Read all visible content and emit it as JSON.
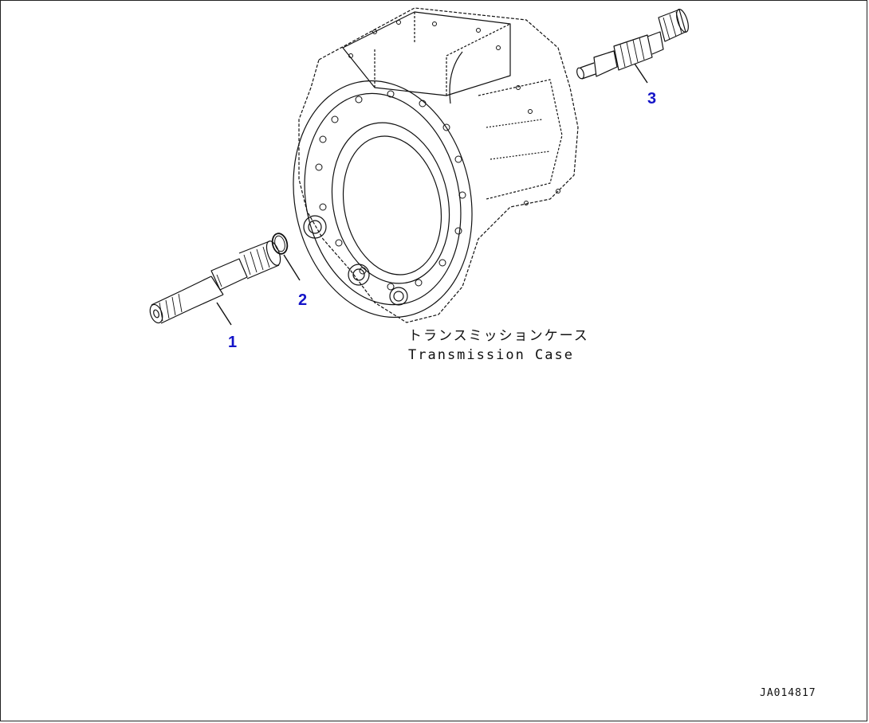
{
  "callouts": {
    "part1": "1",
    "part2": "2",
    "part3": "3"
  },
  "case_label": {
    "japanese": "トランスミッションケース",
    "english": "Transmission Case"
  },
  "drawing_number": "JA014817",
  "colors": {
    "callout": "#1414c8",
    "line": "#111111",
    "background": "#ffffff"
  }
}
